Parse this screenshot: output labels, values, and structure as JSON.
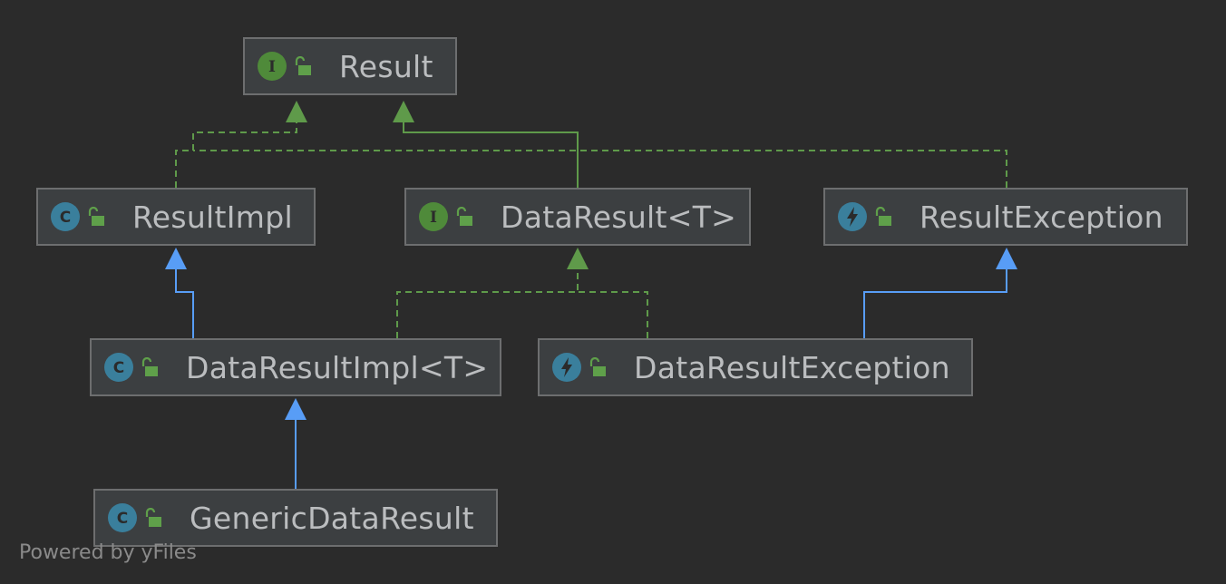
{
  "diagram": {
    "nodes": [
      {
        "id": "result",
        "label": "Result",
        "kind": "interface",
        "icon": "interface-icon"
      },
      {
        "id": "resultimpl",
        "label": "ResultImpl",
        "kind": "class",
        "icon": "class-icon"
      },
      {
        "id": "dataresult",
        "label": "DataResult<T>",
        "kind": "interface",
        "icon": "interface-icon"
      },
      {
        "id": "resultexception",
        "label": "ResultException",
        "kind": "exception",
        "icon": "exception-icon"
      },
      {
        "id": "dataresultimpl",
        "label": "DataResultImpl<T>",
        "kind": "class",
        "icon": "class-icon"
      },
      {
        "id": "dataresultexception",
        "label": "DataResultException",
        "kind": "exception",
        "icon": "exception-icon"
      },
      {
        "id": "genericdataresult",
        "label": "GenericDataResult",
        "kind": "class",
        "icon": "class-icon"
      }
    ],
    "edges": [
      {
        "from": "resultimpl",
        "to": "result",
        "type": "implements"
      },
      {
        "from": "resultexception",
        "to": "result",
        "type": "implements"
      },
      {
        "from": "dataresult",
        "to": "result",
        "type": "extends-interface"
      },
      {
        "from": "dataresultimpl",
        "to": "resultimpl",
        "type": "extends"
      },
      {
        "from": "dataresultimpl",
        "to": "dataresult",
        "type": "implements"
      },
      {
        "from": "dataresultexception",
        "to": "dataresult",
        "type": "implements"
      },
      {
        "from": "dataresultexception",
        "to": "resultexception",
        "type": "extends"
      },
      {
        "from": "genericdataresult",
        "to": "dataresultimpl",
        "type": "extends"
      }
    ]
  },
  "colors": {
    "background": "#2b2b2b",
    "node_fill": "#3c3f41",
    "node_border": "#6d6e6f",
    "label": "#bbbdbf",
    "green_edge": "#5f9a4a",
    "blue_edge": "#589df6",
    "interface_icon": "#4f8a3a",
    "class_icon": "#3a7f9c",
    "lock_icon": "#5fa04a"
  },
  "footer": {
    "text": "Powered by yFiles"
  }
}
